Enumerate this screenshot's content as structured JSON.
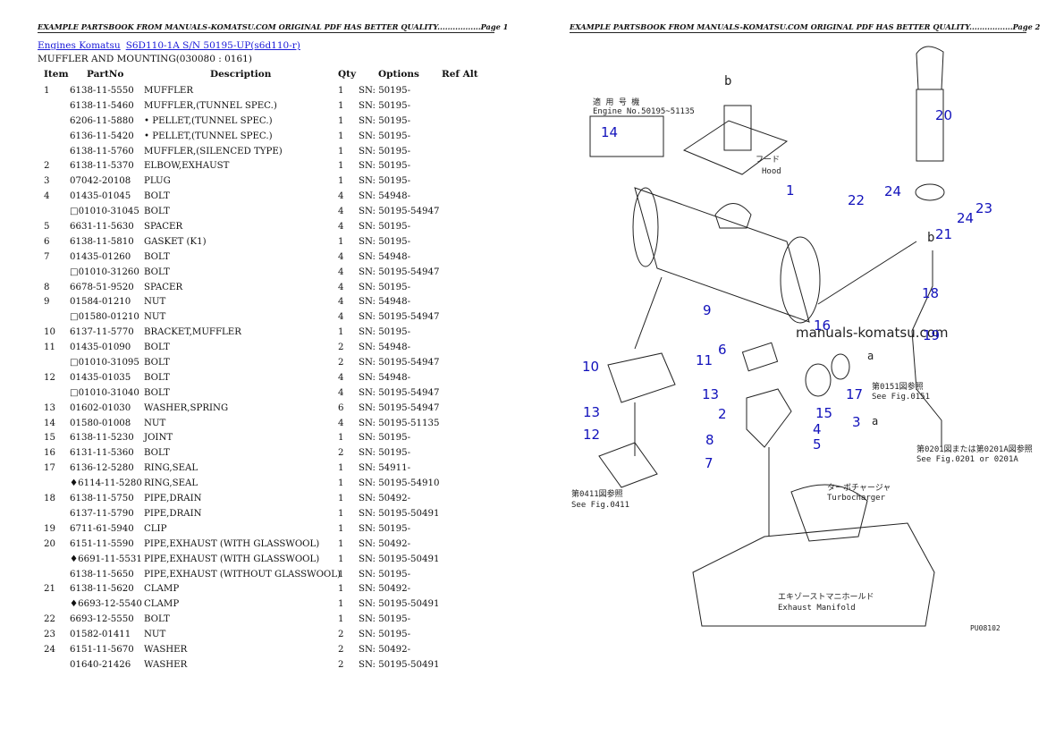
{
  "page1": {
    "header": "EXAMPLE PARTSBOOK FROM MANUALS-KOMATSU.COM ORIGINAL PDF HAS BETTER QUALITY.................Page 1",
    "breadcrumb": [
      "Engines Komatsu",
      "S6D110-1A S/N 50195-UP(s6d110-r)"
    ],
    "section_title": "MUFFLER AND MOUNTING(030080 : 0161)",
    "columns": [
      "Item",
      "PartNo",
      "Description",
      "Qty",
      "Options",
      "Ref Alt"
    ],
    "rows": [
      {
        "item": "1",
        "part": "6138-11-5550",
        "desc": "MUFFLER",
        "qty": "1",
        "opt": "SN: 50195-"
      },
      {
        "item": "",
        "part": "6138-11-5460",
        "desc": "MUFFLER,(TUNNEL SPEC.)",
        "qty": "1",
        "opt": "SN: 50195-"
      },
      {
        "item": "",
        "part": "6206-11-5880",
        "desc": "• PELLET,(TUNNEL SPEC.)",
        "qty": "1",
        "opt": "SN: 50195-"
      },
      {
        "item": "",
        "part": "6136-11-5420",
        "desc": "• PELLET,(TUNNEL SPEC.)",
        "qty": "1",
        "opt": "SN: 50195-"
      },
      {
        "item": "",
        "part": "6138-11-5760",
        "desc": "MUFFLER,(SILENCED TYPE)",
        "qty": "1",
        "opt": "SN: 50195-"
      },
      {
        "item": "2",
        "part": "6138-11-5370",
        "desc": "ELBOW,EXHAUST",
        "qty": "1",
        "opt": "SN: 50195-"
      },
      {
        "item": "3",
        "part": "07042-20108",
        "desc": "PLUG",
        "qty": "1",
        "opt": "SN: 50195-"
      },
      {
        "item": "4",
        "part": "01435-01045",
        "desc": "BOLT",
        "qty": "4",
        "opt": "SN: 54948-"
      },
      {
        "item": "",
        "part": "□01010-31045",
        "desc": "BOLT",
        "qty": "4",
        "opt": "SN: 50195-54947"
      },
      {
        "item": "5",
        "part": "6631-11-5630",
        "desc": "SPACER",
        "qty": "4",
        "opt": "SN: 50195-"
      },
      {
        "item": "6",
        "part": "6138-11-5810",
        "desc": "GASKET (K1)",
        "qty": "1",
        "opt": "SN: 50195-"
      },
      {
        "item": "7",
        "part": "01435-01260",
        "desc": "BOLT",
        "qty": "4",
        "opt": "SN: 54948-"
      },
      {
        "item": "",
        "part": "□01010-31260",
        "desc": "BOLT",
        "qty": "4",
        "opt": "SN: 50195-54947"
      },
      {
        "item": "8",
        "part": "6678-51-9520",
        "desc": "SPACER",
        "qty": "4",
        "opt": "SN: 50195-"
      },
      {
        "item": "9",
        "part": "01584-01210",
        "desc": "NUT",
        "qty": "4",
        "opt": "SN: 54948-"
      },
      {
        "item": "",
        "part": "□01580-01210",
        "desc": "NUT",
        "qty": "4",
        "opt": "SN: 50195-54947"
      },
      {
        "item": "10",
        "part": "6137-11-5770",
        "desc": "BRACKET,MUFFLER",
        "qty": "1",
        "opt": "SN: 50195-"
      },
      {
        "item": "11",
        "part": "01435-01090",
        "desc": "BOLT",
        "qty": "2",
        "opt": "SN: 54948-"
      },
      {
        "item": "",
        "part": "□01010-31095",
        "desc": "BOLT",
        "qty": "2",
        "opt": "SN: 50195-54947"
      },
      {
        "item": "12",
        "part": "01435-01035",
        "desc": "BOLT",
        "qty": "4",
        "opt": "SN: 54948-"
      },
      {
        "item": "",
        "part": "□01010-31040",
        "desc": "BOLT",
        "qty": "4",
        "opt": "SN: 50195-54947"
      },
      {
        "item": "13",
        "part": "01602-01030",
        "desc": "WASHER,SPRING",
        "qty": "6",
        "opt": "SN: 50195-54947"
      },
      {
        "item": "14",
        "part": "01580-01008",
        "desc": "NUT",
        "qty": "4",
        "opt": "SN: 50195-51135"
      },
      {
        "item": "15",
        "part": "6138-11-5230",
        "desc": "JOINT",
        "qty": "1",
        "opt": "SN: 50195-"
      },
      {
        "item": "16",
        "part": "6131-11-5360",
        "desc": "BOLT",
        "qty": "2",
        "opt": "SN: 50195-"
      },
      {
        "item": "17",
        "part": "6136-12-5280",
        "desc": "RING,SEAL",
        "qty": "1",
        "opt": "SN: 54911-"
      },
      {
        "item": "",
        "part": "♦6114-11-5280",
        "desc": "RING,SEAL",
        "qty": "1",
        "opt": "SN: 50195-54910"
      },
      {
        "item": "18",
        "part": "6138-11-5750",
        "desc": "PIPE,DRAIN",
        "qty": "1",
        "opt": "SN: 50492-"
      },
      {
        "item": "",
        "part": "6137-11-5790",
        "desc": "PIPE,DRAIN",
        "qty": "1",
        "opt": "SN: 50195-50491"
      },
      {
        "item": "19",
        "part": "6711-61-5940",
        "desc": "CLIP",
        "qty": "1",
        "opt": "SN: 50195-"
      },
      {
        "item": "20",
        "part": "6151-11-5590",
        "desc": "PIPE,EXHAUST (WITH GLASSWOOL)",
        "qty": "1",
        "opt": "SN: 50492-"
      },
      {
        "item": "",
        "part": "♦6691-11-5531",
        "desc": "PIPE,EXHAUST (WITH GLASSWOOL)",
        "qty": "1",
        "opt": "SN: 50195-50491"
      },
      {
        "item": "",
        "part": "6138-11-5650",
        "desc": "PIPE,EXHAUST (WITHOUT GLASSWOOL)",
        "qty": "1",
        "opt": "SN: 50195-"
      },
      {
        "item": "21",
        "part": "6138-11-5620",
        "desc": "CLAMP",
        "qty": "1",
        "opt": "SN: 50492-"
      },
      {
        "item": "",
        "part": "♦6693-12-5540",
        "desc": "CLAMP",
        "qty": "1",
        "opt": "SN: 50195-50491"
      },
      {
        "item": "22",
        "part": "6693-12-5550",
        "desc": "BOLT",
        "qty": "1",
        "opt": "SN: 50195-"
      },
      {
        "item": "23",
        "part": "01582-01411",
        "desc": "NUT",
        "qty": "2",
        "opt": "SN: 50195-"
      },
      {
        "item": "24",
        "part": "6151-11-5670",
        "desc": "WASHER",
        "qty": "2",
        "opt": "SN: 50492-"
      },
      {
        "item": "",
        "part": "01640-21426",
        "desc": "WASHER",
        "qty": "2",
        "opt": "SN: 50195-50491"
      }
    ]
  },
  "page2": {
    "header": "EXAMPLE PARTSBOOK FROM MANUALS-KOMATSU.COM ORIGINAL PDF HAS BETTER QUALITY.................Page 2",
    "watermark": "manuals-komatsu.com",
    "diagram": {
      "callouts": [
        "1",
        "2",
        "3",
        "4",
        "5",
        "6",
        "7",
        "8",
        "9",
        "10",
        "11",
        "12",
        "13",
        "13",
        "14",
        "15",
        "16",
        "17",
        "18",
        "19",
        "20",
        "21",
        "22",
        "23",
        "24",
        "24"
      ],
      "labels": {
        "engine_jp": "適 用 号 機",
        "engine_no": "Engine No.50195~51135",
        "hood": "Hood",
        "hood_jp": "フード",
        "ref_b_top": "b",
        "ref_b_mid": "b",
        "ref_a1": "a",
        "ref_a2": "a",
        "fig0151_jp": "第0151図参照",
        "fig0151": "See Fig.0151",
        "fig0201_jp": "第0201図または第0201A図参照",
        "fig0201": "See Fig.0201 or 0201A",
        "fig0411_jp": "第0411図参照",
        "fig0411": "See Fig.0411",
        "turbo_jp": "ターボチャージャ",
        "turbo": "Turbocharger",
        "manifold_jp": "エキゾーストマニホールド",
        "manifold": "Exhaust Manifold",
        "code": "PU08102"
      }
    }
  }
}
